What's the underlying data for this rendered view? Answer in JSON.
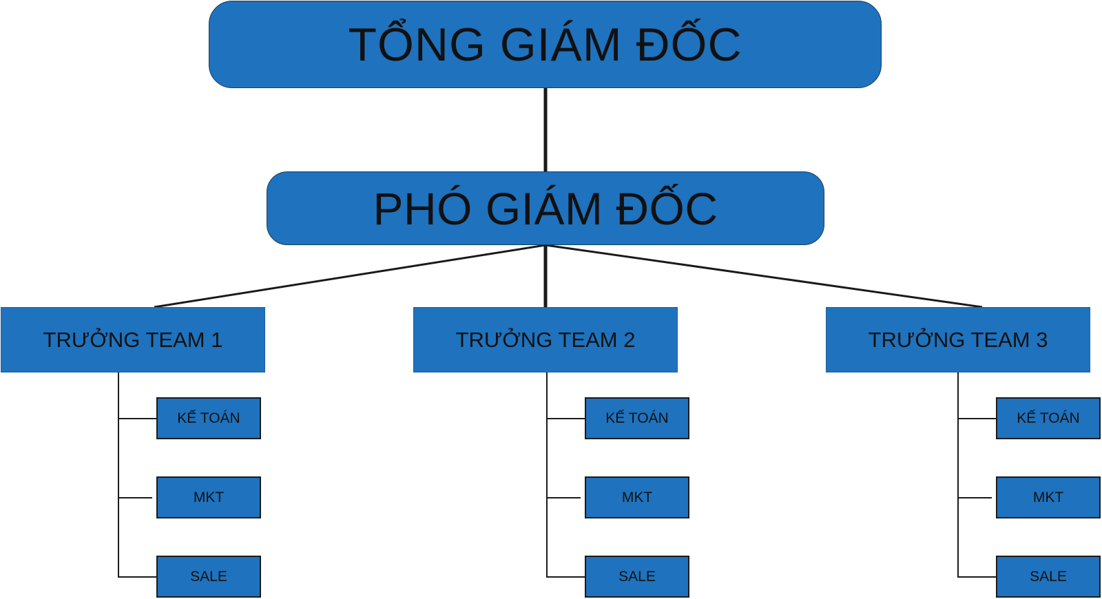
{
  "chart": {
    "ceo": "TỔNG GIÁM ĐỐC",
    "deputy": "PHÓ GIÁM ĐỐC",
    "teams": [
      {
        "lead": "TRƯỞNG TEAM 1",
        "members": [
          "KẾ TOÁN",
          "MKT",
          "SALE"
        ]
      },
      {
        "lead": "TRƯỞNG TEAM 2",
        "members": [
          "KẾ TOÁN",
          "MKT",
          "SALE"
        ]
      },
      {
        "lead": "TRƯỞNG TEAM 3",
        "members": [
          "KẾ TOÁN",
          "MKT",
          "SALE"
        ]
      }
    ]
  },
  "colors": {
    "box_fill": "#1f72bd",
    "line": "#1a1a1a",
    "text": "#111111"
  }
}
